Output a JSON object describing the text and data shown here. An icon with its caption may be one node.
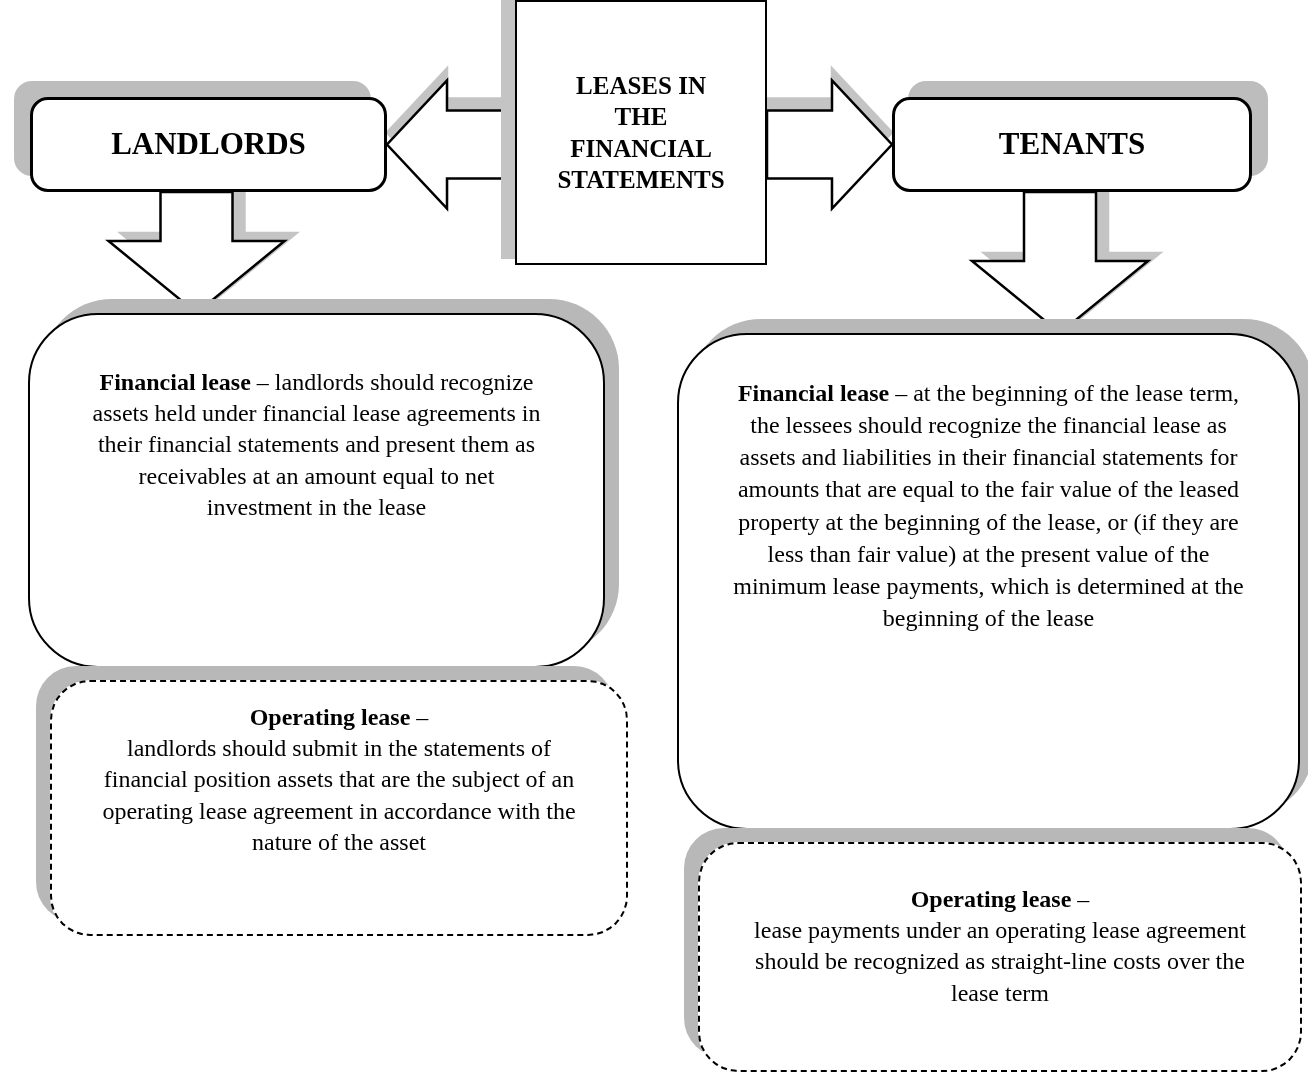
{
  "diagram": {
    "nodes": [
      {
        "text": [
          "LEASES IN THE FINANCIAL STATEMENTS"
        ]
      },
      {
        "text": [
          "LANDLORDS"
        ]
      },
      {
        "text": [
          "TENANTS"
        ]
      },
      {
        "text": [
          "**Financial lease** – landlords should recognize assets held under financial lease agreements in their financial statements and present them as receivables at an amount equal to net investment in the lease"
        ]
      },
      {
        "text": [
          "**Operating lease** –",
          "landlords should submit in the statements of financial position assets that are the subject of an operating lease agreement in accordance with the nature of the asset"
        ]
      },
      {
        "text": [
          "**Financial lease** – at the beginning of the lease term, the lessees should recognize the financial lease as assets and liabilities in their financial statements for amounts that are equal to the fair value of the leased property at the beginning of the lease, or (if they are less than fair value) at the present value of the minimum lease payments, which is determined at the beginning of the lease"
        ]
      },
      {
        "text": [
          "**Operating lease** –",
          "lease payments under an operating lease agreement should be recognized as straight-line costs over the lease term"
        ]
      }
    ],
    "edges": [
      {
        "from": 0,
        "to": 1,
        "arrow": "to",
        "style": "thick"
      },
      {
        "from": 0,
        "to": 2,
        "arrow": "to",
        "style": "thick"
      },
      {
        "from": 1,
        "to": 3,
        "arrow": "to",
        "style": "thick"
      },
      {
        "from": 2,
        "to": 5,
        "arrow": "to",
        "style": "thick"
      }
    ]
  }
}
